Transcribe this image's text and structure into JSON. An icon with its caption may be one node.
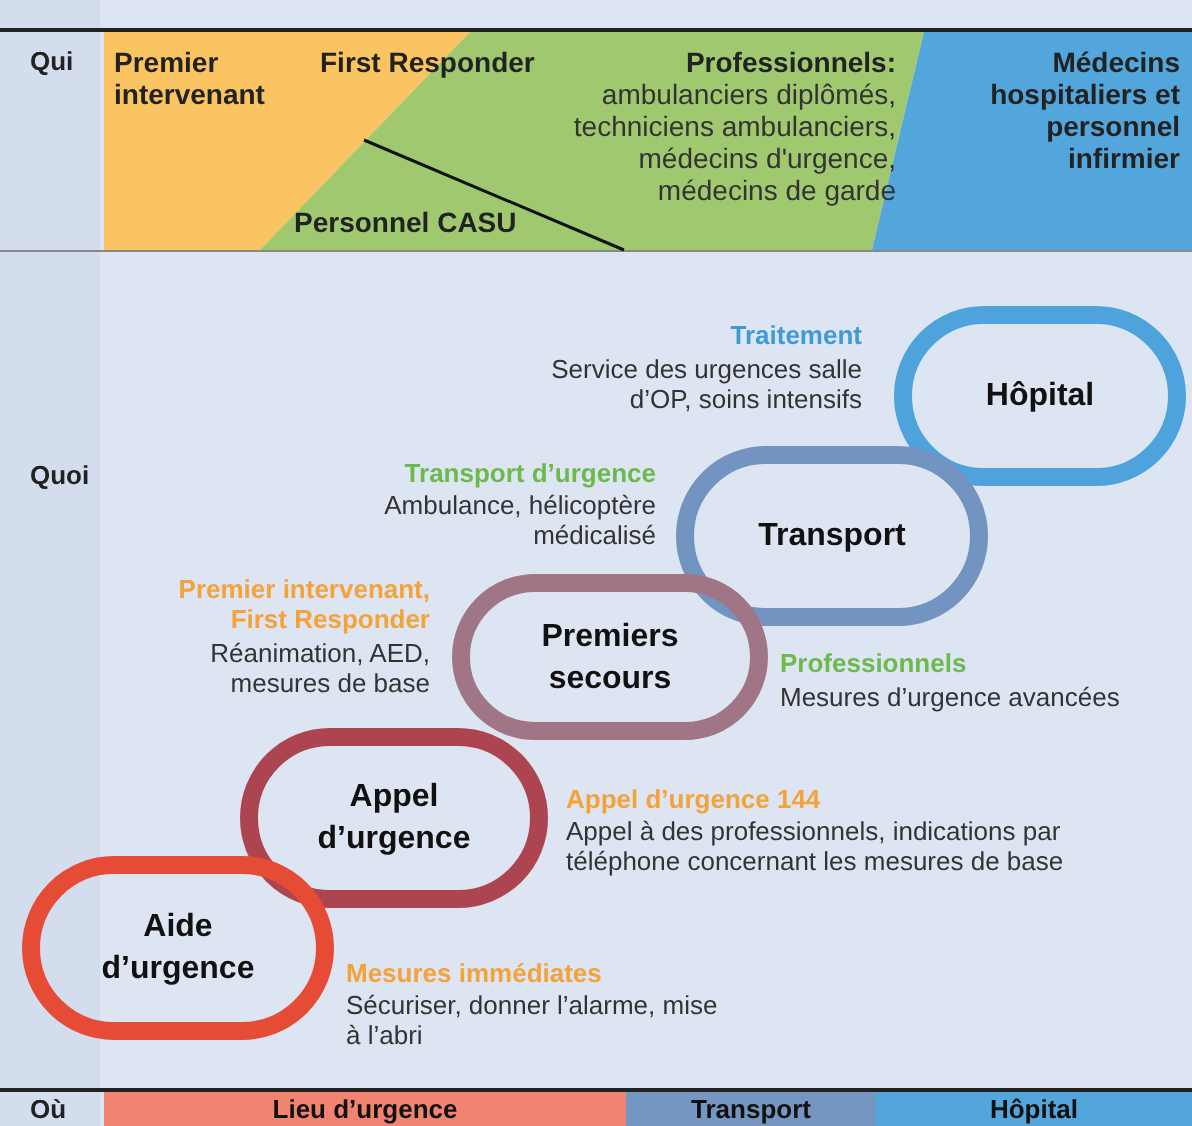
{
  "diagram": {
    "nodes": [
      {
        "text": [
          "Premier intervenant",
          "First Responder"
        ]
      },
      {
        "text": [
          "Professionnels:",
          "ambulanciers diplômés, techniciens ambulanciers, médecins d'urgence, médecins de garde",
          "Personnel CASU"
        ]
      },
      {
        "text": [
          "Médecins hospitaliers et personnel infirmier"
        ]
      },
      {
        "text": [
          "Hôpital"
        ],
        "beside": [
          "Traitement",
          "Service des urgences salle d’OP, soins intensifs"
        ]
      },
      {
        "text": [
          "Transport"
        ],
        "beside": [
          "Transport d’urgence",
          "Ambulance, hélicoptère médicalisé"
        ]
      },
      {
        "text": [
          "Premiers secours"
        ],
        "beside": [
          "Premier intervenant, First Responder",
          "Réanimation, AED, mesures de base",
          "Professionnels",
          "Mesures d’urgence avancées"
        ]
      },
      {
        "text": [
          "Appel d’urgence"
        ],
        "beside": [
          "Appel d’urgence 144",
          "Appel à des professionnels, indications par téléphone concernant les mesures de base"
        ]
      },
      {
        "text": [
          "Aide d’urgence"
        ],
        "beside": [
          "Mesures immédiates",
          "Sécuriser, donner l’alarme, mise à l’abri"
        ]
      },
      {
        "text": [
          "Lieu d’urgence"
        ]
      },
      {
        "text": [
          "Transport"
        ]
      },
      {
        "text": [
          "Hôpital"
        ]
      }
    ],
    "labels": [
      "Qui",
      "Quoi",
      "Où"
    ]
  }
}
